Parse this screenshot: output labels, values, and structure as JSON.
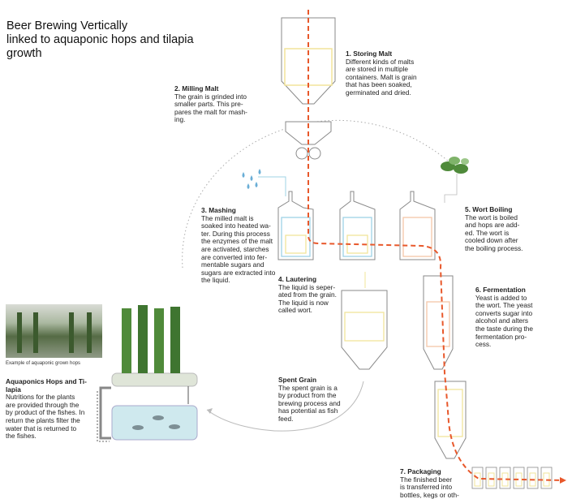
{
  "title_lines": [
    "Beer Brewing Vertically",
    "linked to aquaponic hops and tilapia",
    "growth"
  ],
  "steps": {
    "s1": {
      "heading": "1. Storing Malt",
      "lines": [
        "Different kinds of malts",
        "are stored in multiple",
        "containers. Malt is grain",
        "that has been soaked,",
        "germinated and dried."
      ]
    },
    "s2": {
      "heading": "2. Milling Malt",
      "lines": [
        "The grain is grinded into",
        "smaller parts. This pre-",
        "pares the malt for mash-",
        "ing."
      ]
    },
    "s3": {
      "heading": "3. Mashing",
      "lines": [
        "The milled malt is",
        "soaked into heated wa-",
        "ter. During this process",
        "the enzymes of the malt",
        "are activated, starches",
        "are converted into fer-",
        "mentable sugars  and",
        "sugars are extracted into",
        "the liquid."
      ]
    },
    "s4": {
      "heading": "4. Lautering",
      "lines": [
        "The liquid is seper-",
        "ated from the grain.",
        "The liquid is now",
        "called wort."
      ]
    },
    "s5": {
      "heading": "5. Wort Boiling",
      "lines": [
        "The wort is boiled",
        "and hops are add-",
        "ed. The wort is",
        "cooled down after",
        "the boiling process."
      ]
    },
    "s6": {
      "heading": "6. Fermentation",
      "lines": [
        "Yeast is added to",
        "the wort. The yeast",
        "converts sugar into",
        "alcohol and alters",
        "the taste during the",
        "fermentation pro-",
        "cess."
      ]
    },
    "s7": {
      "heading": "7. Packaging",
      "lines": [
        "The finished beer",
        "is transferred into",
        "bottles, kegs or oth-"
      ]
    },
    "spent": {
      "heading": "Spent Grain",
      "lines": [
        "The spent grain is a",
        "by product from the",
        "brewing process and",
        "has potential as fish",
        "feed."
      ]
    },
    "aqua": {
      "heading_lines": [
        "Aquaponics Hops and Ti-",
        "lapia"
      ],
      "lines": [
        "Nutritions for the plants",
        "are provided through the",
        "by product of the fishes. In",
        "return the plants filter the",
        "water that is returned to",
        "the fishes."
      ]
    }
  },
  "photo_caption": "Example of aquaponic grown hops",
  "colors": {
    "flow": "#e8582b",
    "malt": "#f2e49a",
    "mash": "#9fd3e6",
    "boil": "#f4c7a8",
    "tank": "#8a8a8a",
    "fish_water": "#cfe9ee",
    "plant": "#4f8a3a"
  }
}
